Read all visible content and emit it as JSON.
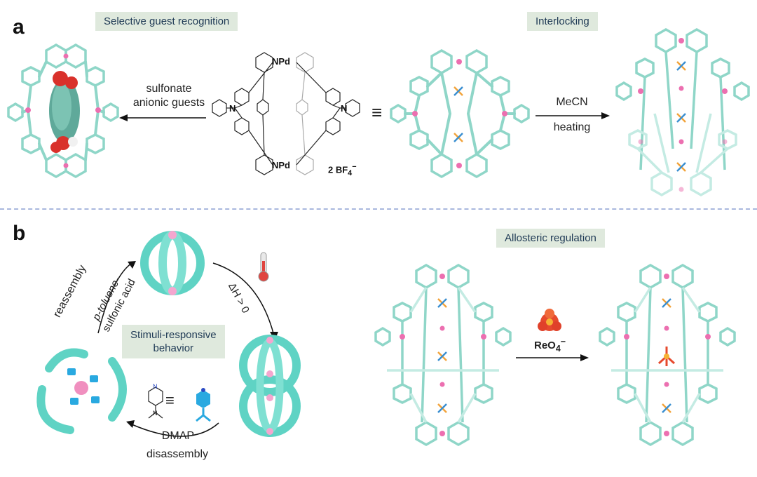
{
  "panel_a": {
    "letter": "a",
    "tag_left": "Selective guest recognition",
    "tag_right": "Interlocking",
    "left_arrow_label_1": "sulfonate",
    "left_arrow_label_2": "anionic guests",
    "right_arrow_top": "MeCN",
    "right_arrow_bottom": "heating",
    "counter_ion_base": "2 BF",
    "counter_ion_sub": "4",
    "counter_ion_sup": "−",
    "pd_label": "NPd",
    "n_label": "N",
    "equiv_symbol": "≡"
  },
  "panel_b": {
    "letter": "b",
    "tag_center": "Stimuli-responsive\nbehavior",
    "tag_center_line1": "Stimuli-responsive",
    "tag_center_line2": "behavior",
    "tag_right": "Allosteric regulation",
    "reassembly": "reassembly",
    "ptsa_line1": "p-toluene-",
    "ptsa_line2": "sulfonic acid",
    "dh_label": "ΔH > 0",
    "dmap": "DMAP",
    "disassembly": "disassembly",
    "reo4_base": "ReO",
    "reo4_sub": "4",
    "reo4_sup": "−",
    "equiv_symbol": "≡"
  },
  "colors": {
    "cage": "#8fd6c8",
    "cage_dark": "#5cc6b6",
    "pink": "#ec6fb0",
    "tag_bg": "#dfe9dd",
    "tag_text": "#1f3a55",
    "divider": "#a9b8de",
    "guest_red": "#d9312b",
    "bf4_orange": "#f2a33a",
    "bf4_blue": "#3a8fd1",
    "dmap_blue": "#29a9e0"
  },
  "icons": [
    "thermometer-icon",
    "perrhenate-icon",
    "dmap-molecule-icon"
  ]
}
